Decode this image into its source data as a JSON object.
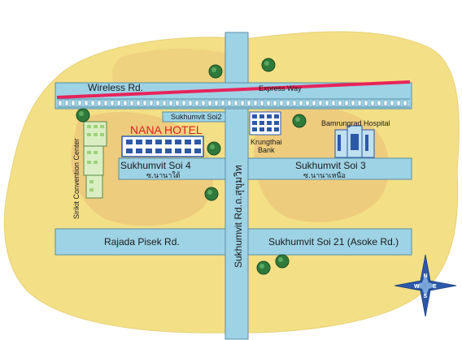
{
  "roads": {
    "wireless": "Wireless Rd.",
    "expressway": "Express Way",
    "sukhumvit_soi2": "Sukhumvit Soi2",
    "sukhumvit_soi4": "Sukhumvit Soi 4",
    "sukhumvit_soi4_thai": "ซ.นานาใต้",
    "sukhumvit_soi3": "Sukhumvit Soi 3",
    "sukhumvit_soi3_thai": "ซ.นานาเหนือ",
    "sukhumvit_main": "Sukhumvit Rd.ถ.สุขุมวิท",
    "rajada_pisek": "Rajada Pisek Rd.",
    "sukhumvit_soi21": "Sukhumvit Soi 21 (Asoke Rd.)"
  },
  "landmarks": {
    "hotel": "NANA HOTEL",
    "krungthai_line1": "Krungthai",
    "krungthai_line2": "Bank",
    "hospital": "Bamrungrad Hospital",
    "convention": "Sirikit Convention Center"
  },
  "compass": {
    "n": "N",
    "s": "S",
    "e": "E",
    "w": "W"
  },
  "colors": {
    "land": "#f3df85",
    "land_dark": "#ebc77a",
    "road": "#9ed3e6",
    "road_stroke": "#5a8fa6",
    "expressway": "#e8235a",
    "building": "#2c58a8",
    "tree": "#2f7a3a"
  }
}
